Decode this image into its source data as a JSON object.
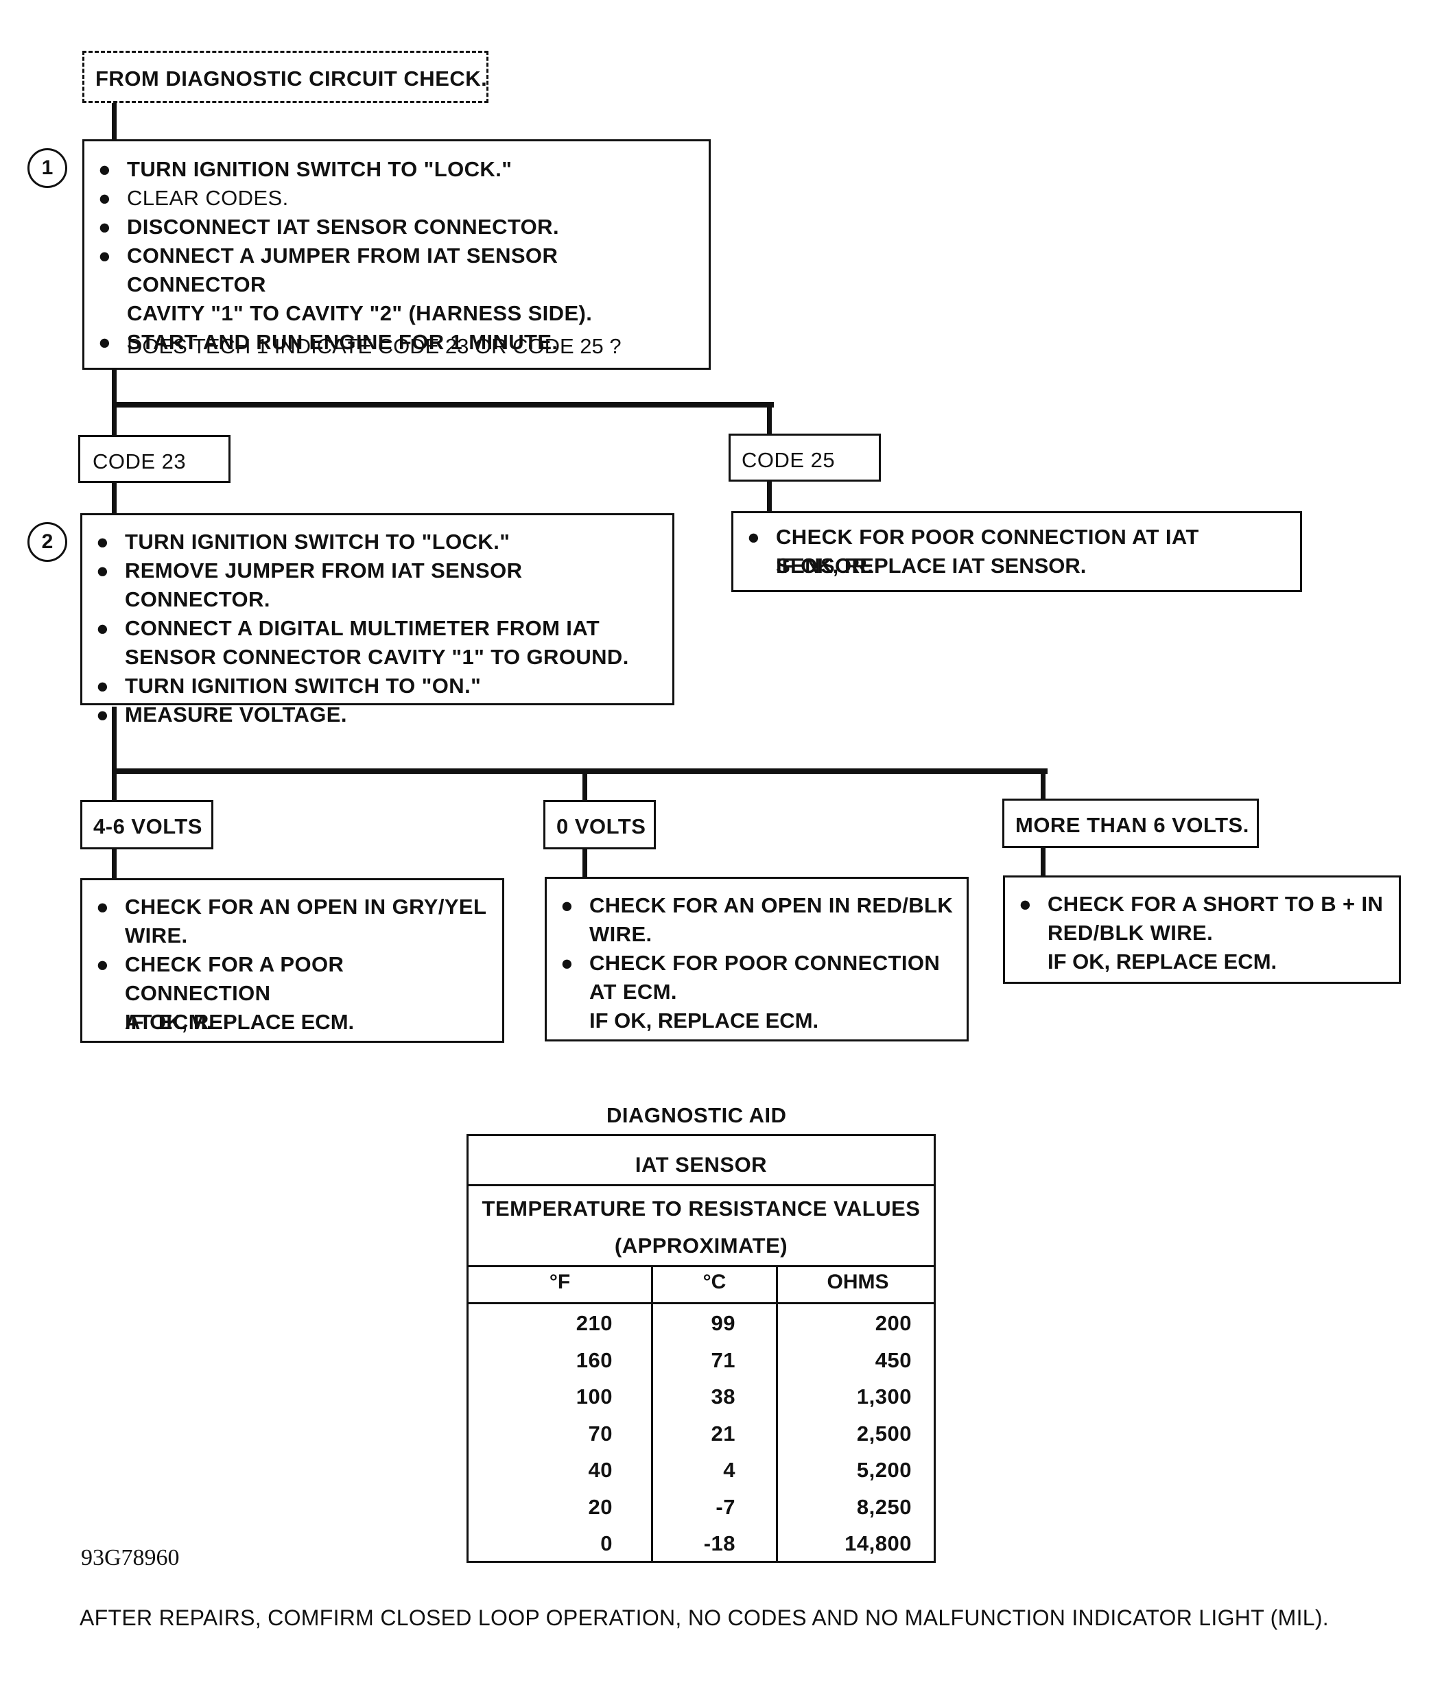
{
  "start": {
    "label": "FROM DIAGNOSTIC CIRCUIT CHECK."
  },
  "step1": {
    "number": "1",
    "bullets": [
      {
        "text": "TURN IGNITION SWITCH TO \"LOCK.\"",
        "bold": true
      },
      {
        "text": "CLEAR CODES.",
        "bold": false
      },
      {
        "text": "DISCONNECT IAT SENSOR CONNECTOR.",
        "bold": true
      },
      {
        "text": "CONNECT A JUMPER FROM IAT SENSOR CONNECTOR\nCAVITY \"1\" TO CAVITY \"2\" (HARNESS SIDE).",
        "bold": true
      },
      {
        "text": "START AND RUN ENGINE FOR 1 MINUTE.",
        "bold": true
      }
    ],
    "question": "DOES TECH 1 INDICATE CODE 23 OR CODE 25 ?"
  },
  "code23": {
    "label": "CODE 23"
  },
  "code25": {
    "label": "CODE 25",
    "bullet": "CHECK FOR POOR CONNECTION AT IAT SENSOR.",
    "note": "IF OK, REPLACE IAT SENSOR."
  },
  "step2": {
    "number": "2",
    "bullets": [
      "TURN IGNITION SWITCH TO \"LOCK.\"",
      "REMOVE JUMPER FROM IAT SENSOR CONNECTOR.",
      "CONNECT A DIGITAL MULTIMETER FROM IAT\nSENSOR CONNECTOR CAVITY \"1\" TO GROUND.",
      "TURN IGNITION SWITCH TO \"ON.\"",
      "MEASURE VOLTAGE."
    ]
  },
  "branch_4_6": {
    "label": "4-6 VOLTS",
    "bullets": [
      "CHECK FOR AN OPEN IN GRY/YEL\nWIRE.",
      "CHECK FOR A POOR CONNECTION\nAT ECM."
    ],
    "note": "IF OK, REPLACE ECM."
  },
  "branch_0": {
    "label": "0 VOLTS",
    "bullets": [
      "CHECK FOR AN OPEN IN RED/BLK\nWIRE.",
      "CHECK FOR POOR CONNECTION\nAT ECM."
    ],
    "note": "IF OK, REPLACE ECM."
  },
  "branch_6": {
    "label": "MORE THAN 6 VOLTS.",
    "bullets": [
      "CHECK FOR A SHORT TO B + IN\nRED/BLK WIRE."
    ],
    "note": "IF OK, REPLACE ECM."
  },
  "aid": {
    "title": "DIAGNOSTIC AID",
    "header1": "IAT SENSOR",
    "header2": "TEMPERATURE TO RESISTANCE VALUES",
    "header3": "(APPROXIMATE)",
    "columns": [
      "°F",
      "°C",
      "OHMS"
    ],
    "rows": [
      [
        "210",
        "99",
        "200"
      ],
      [
        "160",
        "71",
        "450"
      ],
      [
        "100",
        "38",
        "1,300"
      ],
      [
        "70",
        "21",
        "2,500"
      ],
      [
        "40",
        "4",
        "5,200"
      ],
      [
        "20",
        "-7",
        "8,250"
      ],
      [
        "0",
        "-18",
        "14,800"
      ]
    ]
  },
  "figure_id": "93G78960",
  "footer": "AFTER REPAIRS, COMFIRM CLOSED LOOP OPERATION, NO CODES AND NO MALFUNCTION INDICATOR LIGHT (MIL)."
}
